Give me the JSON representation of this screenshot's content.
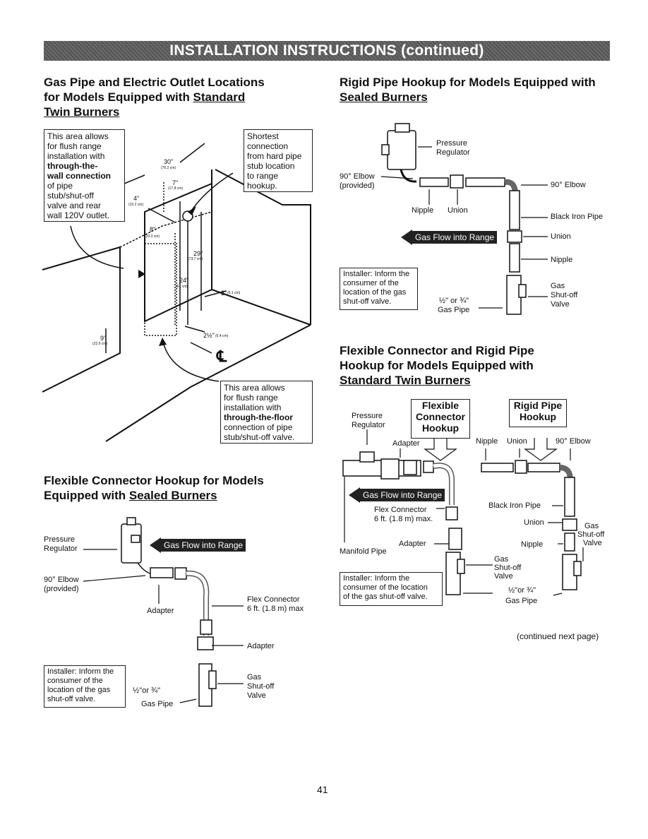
{
  "banner": "INSTALLATION INSTRUCTIONS (continued)",
  "left_top": {
    "heading1": "Gas Pipe and Electric Outlet Locations",
    "heading2": "for Models Equipped with ",
    "heading2_u": "Standard",
    "heading3_u": "Twin Burners",
    "box_wall": {
      "l1": "This area allows",
      "l2": "for flush range",
      "l3": "installation with",
      "l4": "through-the-",
      "l5": "wall connection",
      "l6": "of pipe",
      "l7": "stub/shut-off",
      "l8": "valve and rear",
      "l9": "wall 120V outlet."
    },
    "box_short": {
      "l1": "Shortest",
      "l2": "connection",
      "l3": "from hard pipe",
      "l4": "stub location",
      "l5": "to range",
      "l6": "hookup."
    },
    "box_floor": {
      "l1": "This area allows",
      "l2": "for flush range",
      "l3": "installation with",
      "l4": "through-the-floor",
      "l5": "connection of pipe",
      "l6": "stub/shut-off valve."
    },
    "dims": {
      "d30": "30\"",
      "d30m": "(76.2 cm)",
      "d7": "7\"",
      "d7m": "(17.8 cm)",
      "d4": "4\"",
      "d4m": "(10.2 cm)",
      "d8": "8\"",
      "d8m": "(20.3 cm)",
      "d29": "29\"",
      "d29m": "(73.7 cm)",
      "d24": "24\"",
      "d24m": "(61 cm)",
      "d2": "2\"",
      "d2m": "(5.1 cm)",
      "d212": "2½\"",
      "d212m": "(6.4 cm)",
      "d9": "9\"",
      "d9m": "(22.9 cm)",
      "cl": "℄"
    }
  },
  "left_bottom": {
    "heading1": "Flexible Connector Hookup for Models",
    "heading2": "Equipped with ",
    "heading2_u": "Sealed Burners",
    "pressure": "Pressure",
    "regulator": "Regulator",
    "gasflow": "Gas Flow into Range",
    "elbow": "90° Elbow",
    "provided": "(provided)",
    "adapter1": "Adapter",
    "flex1": "Flex Connector",
    "flex2": "6 ft. (1.8 m) max",
    "adapter2": "Adapter",
    "installer": {
      "l1": "Installer: Inform the",
      "l2": "consumer of the",
      "l3": "location of the gas",
      "l4": "shut-off valve."
    },
    "size": "½\"or ¾\"",
    "gaspipe": "Gas Pipe",
    "valve": {
      "l1": "Gas",
      "l2": "Shut-off",
      "l3": "Valve"
    }
  },
  "right_top": {
    "heading1": "Rigid Pipe Hookup for Models Equipped with",
    "heading2_u": "Sealed Burners",
    "pressure": "Pressure",
    "regulator": "Regulator",
    "elbow_prov": "90° Elbow",
    "provided": "(provided)",
    "elbow": "90° Elbow",
    "nipple": "Nipple",
    "union": "Union",
    "iron": "Black Iron Pipe",
    "union2": "Union",
    "nipple2": "Nipple",
    "gasflow": "Gas Flow into Range",
    "installer": {
      "l1": "Installer: Inform the",
      "l2": "consumer of the",
      "l3": "location of the gas",
      "l4": "shut-off valve."
    },
    "size": "½\" or ¾\"",
    "gaspipe": "Gas Pipe",
    "valve": {
      "l1": "Gas",
      "l2": "Shut-off",
      "l3": "Valve"
    }
  },
  "right_bottom": {
    "heading1": "Flexible Connector and Rigid Pipe",
    "heading2": "Hookup for Models Equipped with",
    "heading3_u": "Standard Twin Burners",
    "flexhdr": {
      "l1": "Flexible",
      "l2": "Connector",
      "l3": "Hookup"
    },
    "rigidhdr": {
      "l1": "Rigid Pipe",
      "l2": "Hookup"
    },
    "pressure": "Pressure",
    "regulator": "Regulator",
    "adapter": "Adapter",
    "nipple": "Nipple",
    "union": "Union",
    "elbow": "90° Elbow",
    "gasflow": "Gas Flow into Range",
    "flex1": "Flex Connector",
    "flex2": "6 ft. (1.8 m) max.",
    "iron": "Black Iron Pipe",
    "union2": "Union",
    "valve_r": {
      "l1": "Gas",
      "l2": "Shut-off",
      "l3": "Valve"
    },
    "nipple2": "Nipple",
    "adapter2": "Adapter",
    "manifold": "Manifold Pipe",
    "valve_l": {
      "l1": "Gas",
      "l2": "Shut-off",
      "l3": "Valve"
    },
    "installer": {
      "l1": "Installer: Inform the",
      "l2": "consumer of the location",
      "l3": "of the gas shut-off valve."
    },
    "size": "½\"or ¾\"",
    "gaspipe": "Gas Pipe"
  },
  "continued": "(continued next page)",
  "page_number": "41"
}
